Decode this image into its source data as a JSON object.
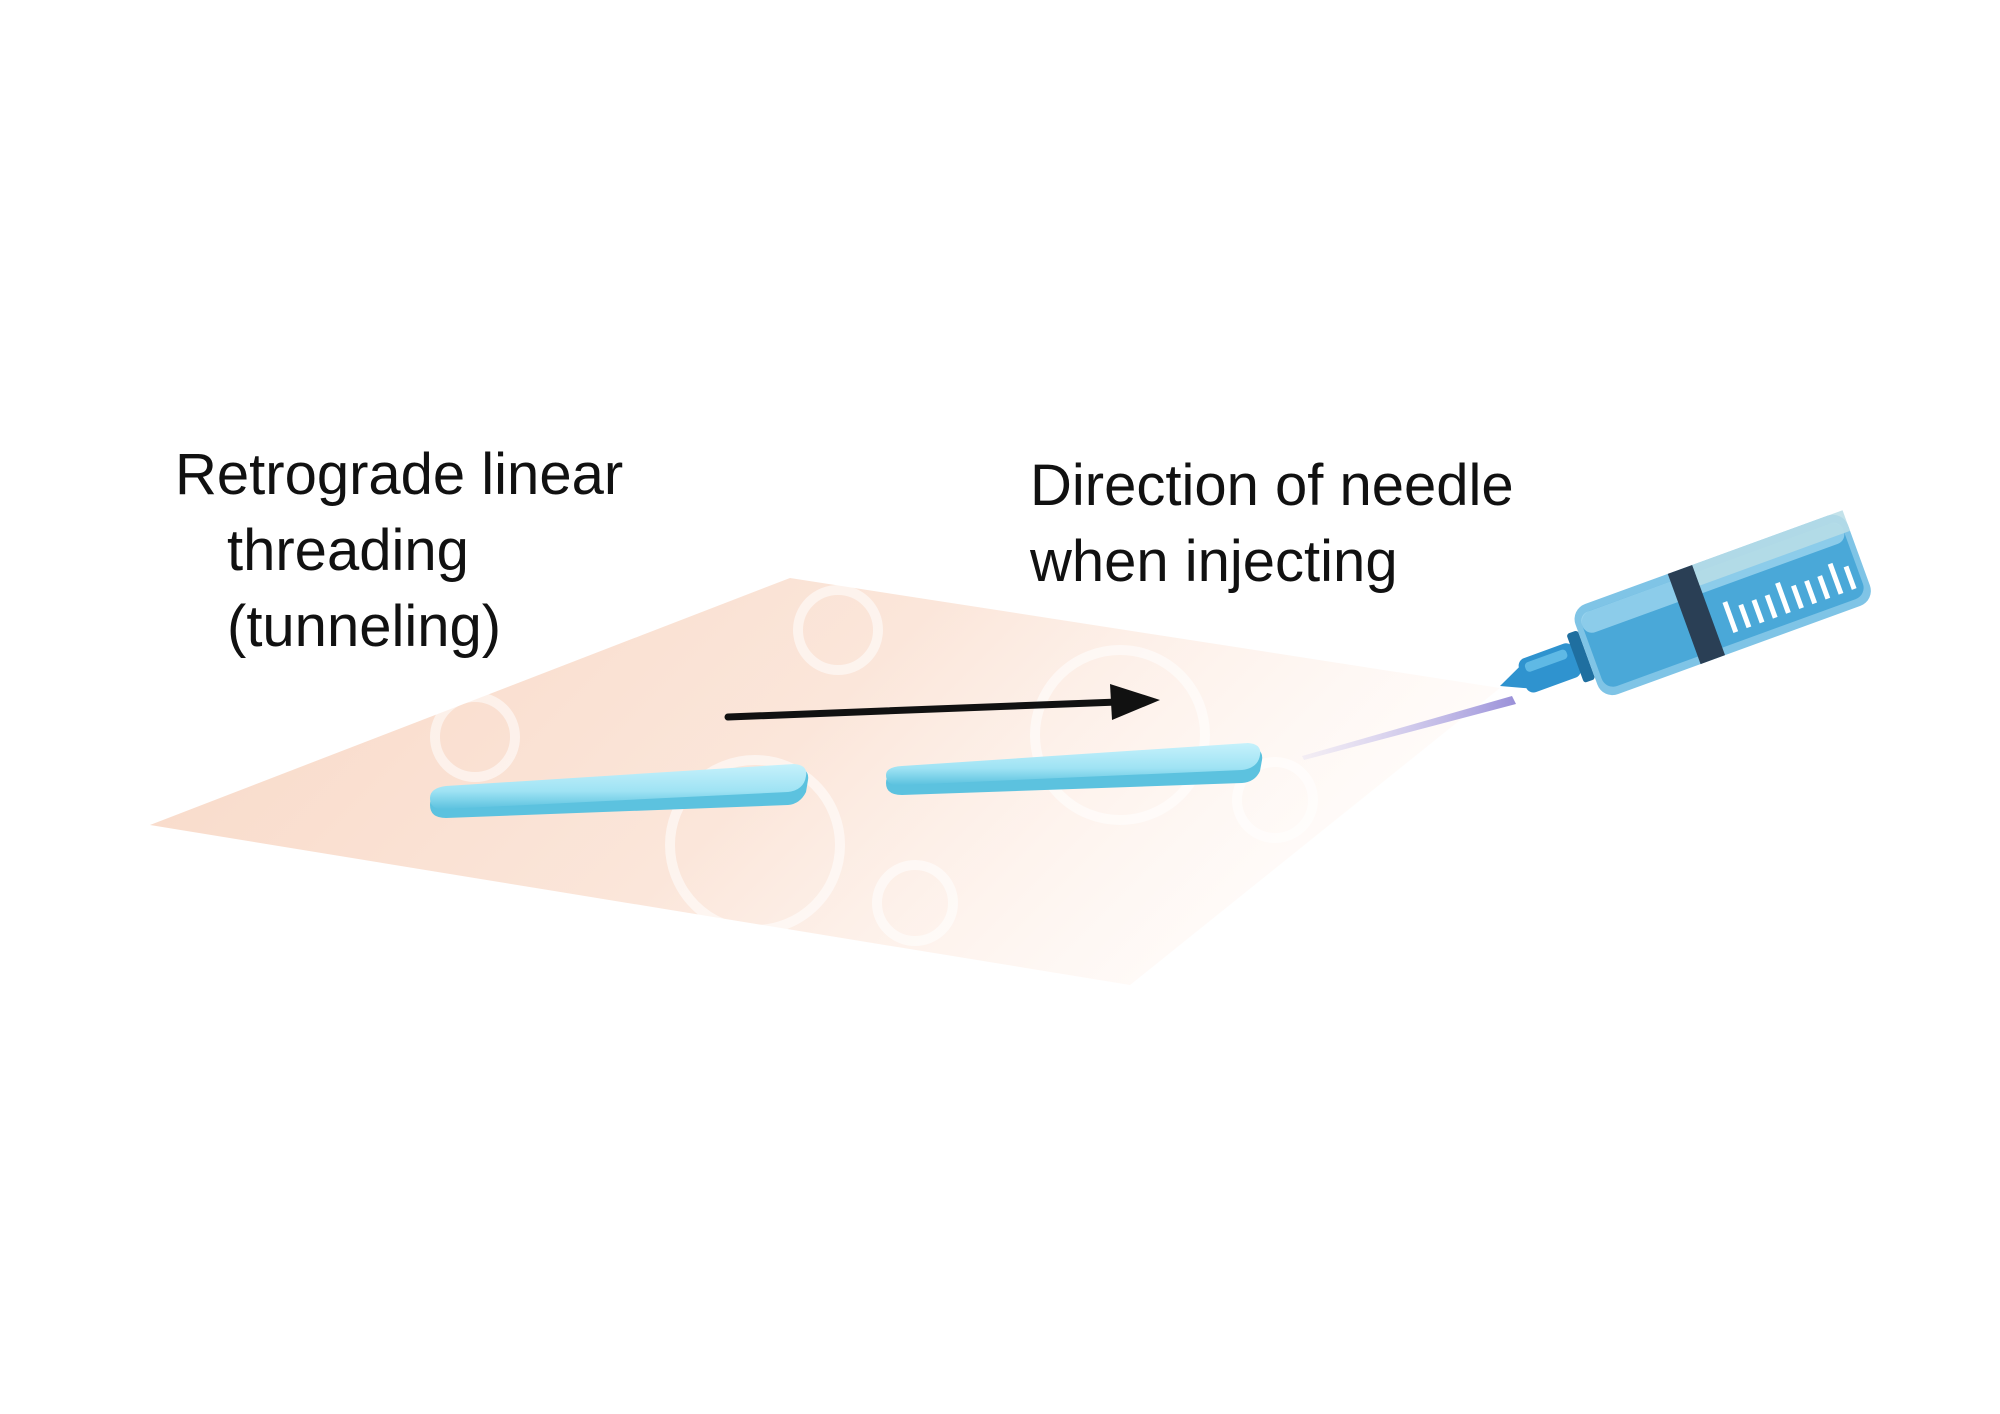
{
  "labels": {
    "technique": {
      "line1": "Retrograde linear",
      "line2": "threading",
      "line3": "(tunneling)"
    },
    "direction": {
      "line1": "Direction of needle",
      "line2": "when injecting"
    }
  },
  "colors": {
    "skin_plane": "#fbe3d6",
    "filler_thread": "#a3e6f5",
    "filler_thread_edge": "#5cc7e4",
    "syringe_barrel": "#4aa8d8",
    "needle_hub": "#2f93cf",
    "arrow": "#111111"
  },
  "icons": {
    "direction_arrow": "right-arrow",
    "syringe": "syringe-icon"
  }
}
